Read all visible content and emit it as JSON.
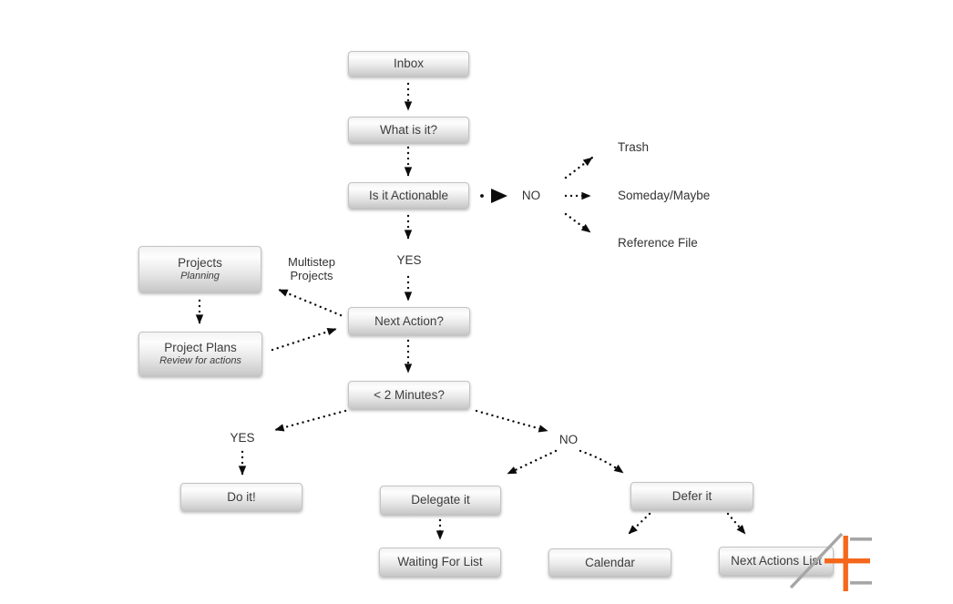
{
  "nodes": {
    "inbox": {
      "label": "Inbox"
    },
    "what_is_it": {
      "label": "What is it?"
    },
    "is_it_actionable": {
      "label": "Is it Actionable"
    },
    "projects": {
      "label": "Projects",
      "sublabel": "Planning"
    },
    "project_plans": {
      "label": "Project Plans",
      "sublabel": "Review for actions"
    },
    "next_action": {
      "label": "Next Action?"
    },
    "two_minutes": {
      "label": "< 2 Minutes?"
    },
    "do_it": {
      "label": "Do it!"
    },
    "delegate_it": {
      "label": "Delegate it"
    },
    "waiting_for_list": {
      "label": "Waiting For List"
    },
    "calendar": {
      "label": "Calendar"
    },
    "defer_it": {
      "label": "Defer it"
    },
    "next_actions_list": {
      "label": "Next Actions List"
    }
  },
  "labels": {
    "actionable_no": "NO",
    "actionable_yes": "YES",
    "trash": "Trash",
    "someday_maybe": "Someday/Maybe",
    "reference_file": "Reference File",
    "multistep_projects": "Multistep Projects",
    "two_minutes_yes": "YES",
    "two_minutes_no": "NO"
  },
  "colors": {
    "logo_orange": "#f5681c",
    "logo_gray": "#a6a6a6",
    "arrow": "#0c0c0c"
  }
}
